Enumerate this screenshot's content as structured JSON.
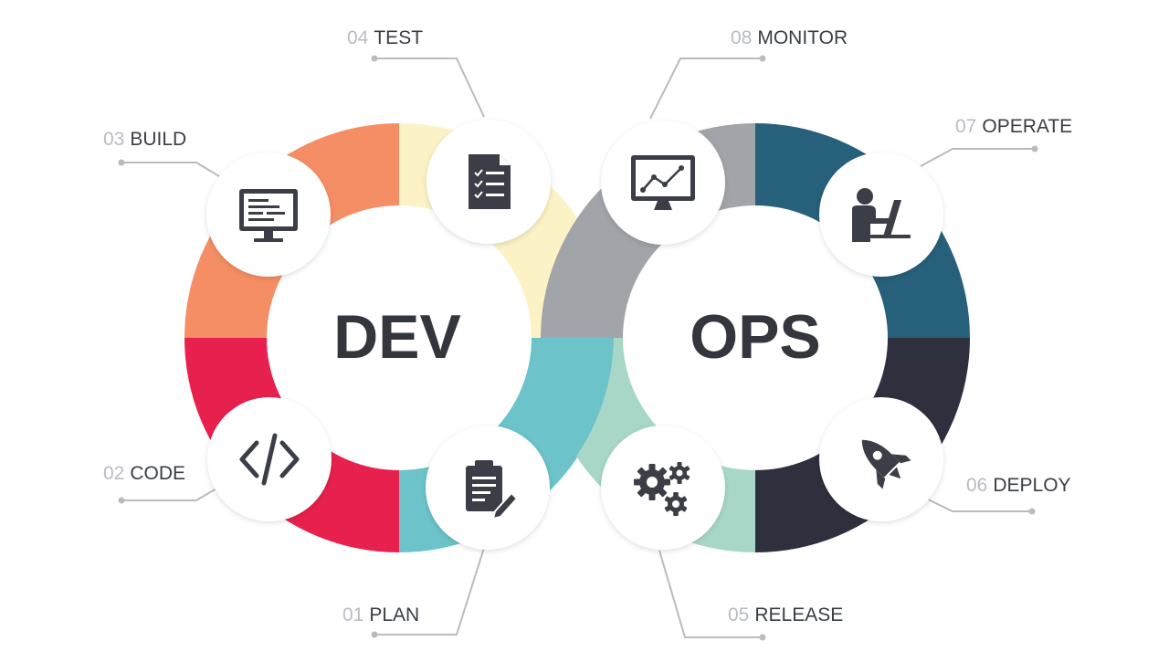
{
  "center": {
    "left": "DEV",
    "right": "OPS"
  },
  "steps": [
    {
      "num": "01",
      "label": "PLAN",
      "icon": "clipboard-pencil-icon"
    },
    {
      "num": "02",
      "label": "CODE",
      "icon": "code-brackets-icon"
    },
    {
      "num": "03",
      "label": "BUILD",
      "icon": "monitor-text-icon"
    },
    {
      "num": "04",
      "label": "TEST",
      "icon": "checklist-document-icon"
    },
    {
      "num": "05",
      "label": "RELEASE",
      "icon": "gears-icon"
    },
    {
      "num": "06",
      "label": "DEPLOY",
      "icon": "rocket-icon"
    },
    {
      "num": "07",
      "label": "OPERATE",
      "icon": "person-laptop-icon"
    },
    {
      "num": "08",
      "label": "MONITOR",
      "icon": "monitor-chart-icon"
    }
  ],
  "colors": {
    "plan": "#6cc3c9",
    "code": "#e8204e",
    "build": "#f58e64",
    "test": "#fbf2c6",
    "monitor": "#a1a4a9",
    "operate": "#27607b",
    "deploy": "#2f303d",
    "release": "#a8d7c7"
  }
}
